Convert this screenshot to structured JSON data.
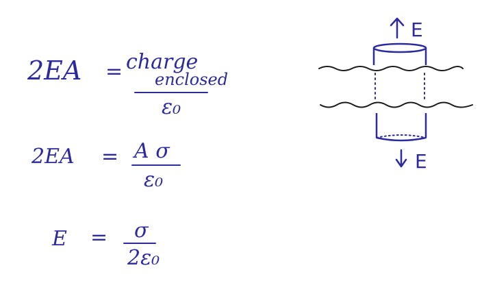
{
  "equations": {
    "eq1": {
      "lhs": "2EA",
      "equals": "=",
      "numerator_top": "charge",
      "numerator_bottom": "enclosed",
      "denominator": "ε₀"
    },
    "eq2": {
      "lhs": "2EA",
      "equals": "=",
      "numerator": "A σ",
      "denominator": "ε₀"
    },
    "eq3": {
      "lhs": "E",
      "equals": "=",
      "numerator": "σ",
      "denominator": "2ε₀"
    }
  },
  "diagram": {
    "top_arrow_label": "E",
    "bottom_arrow_label": "E"
  },
  "colors": {
    "ink_blue": "#2b2a9e",
    "ink_black": "#1a1a1a",
    "paper": "#ffffff"
  }
}
